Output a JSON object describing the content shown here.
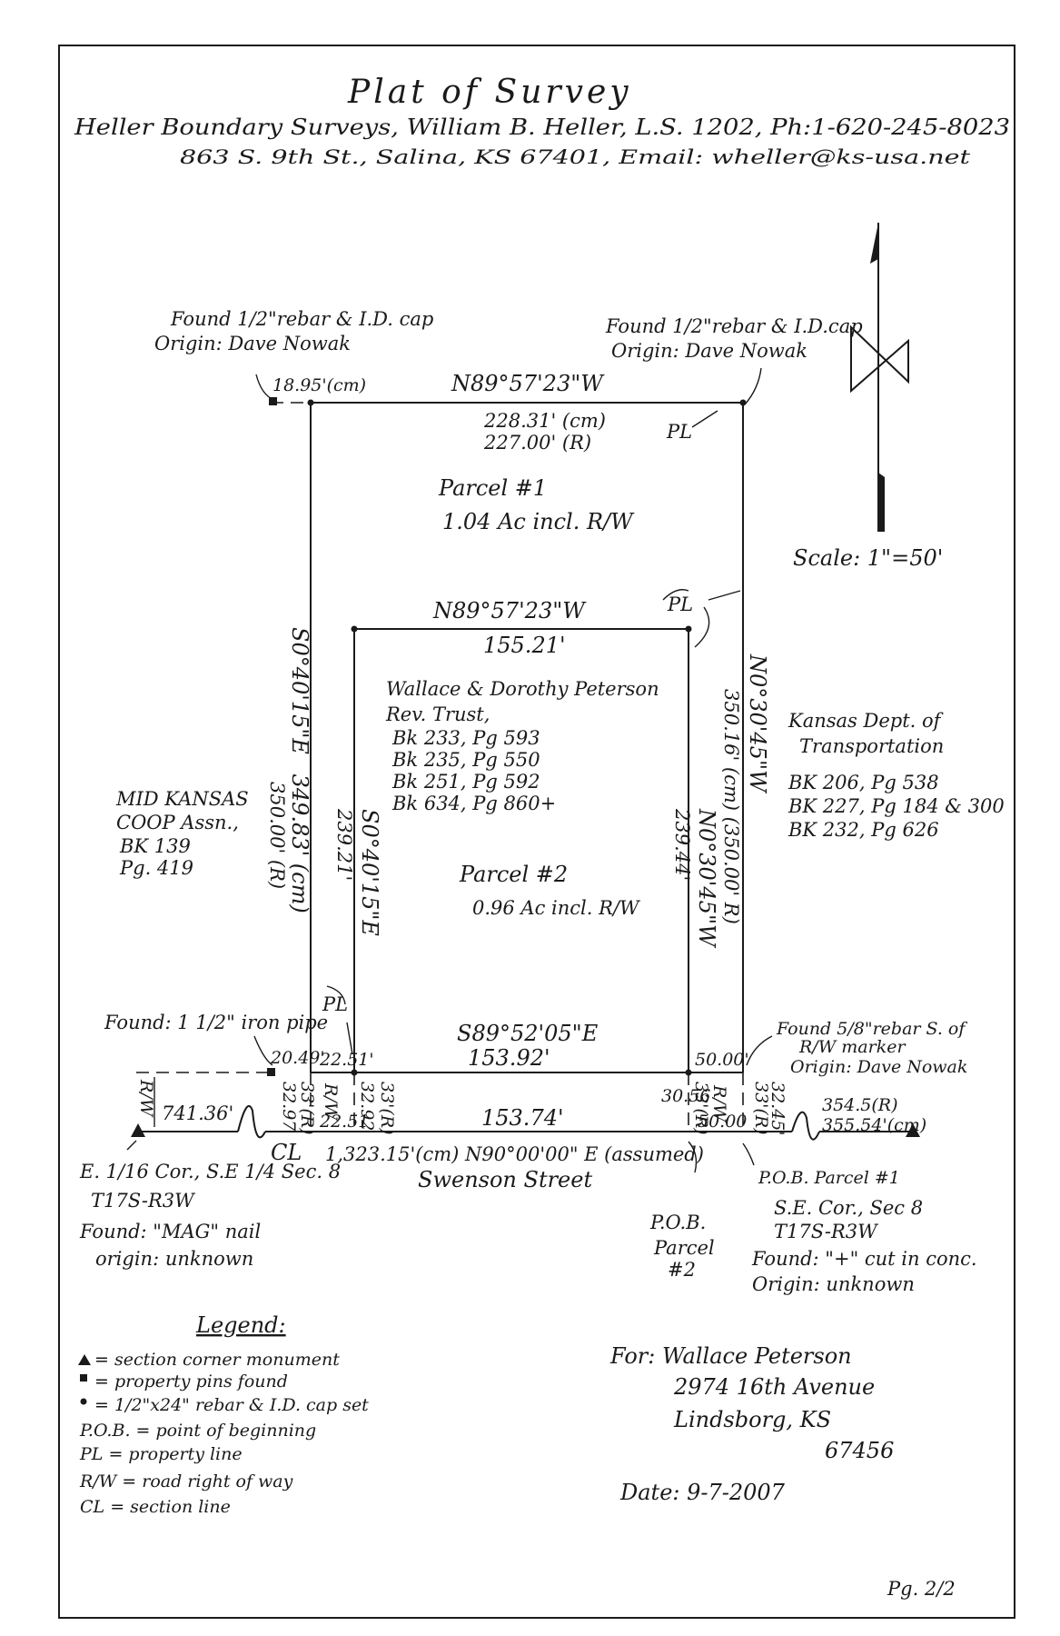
{
  "header": {
    "title": "Plat of Survey",
    "line1": "Heller Boundary Surveys, William B. Heller, L.S. 1202, Ph:1-620-245-8023",
    "line2": "863 S. 9th St., Salina, KS 67401, Email: wheller@ks-usa.net"
  },
  "scale": "Scale: 1\"=50'",
  "corners": {
    "nw": [
      "Found 1/2\"rebar & I.D. cap",
      "Origin: Dave Nowak"
    ],
    "ne": [
      "Found 1/2\"rebar & I.D.cap",
      "Origin: Dave Nowak"
    ],
    "sw": "Found: 1 1/2\" iron pipe",
    "se": [
      "Found 5/8\"rebar S. of",
      "R/W marker",
      "Origin: Dave Nowak"
    ]
  },
  "parcel1": {
    "name": "Parcel #1",
    "area": "1.04 Ac incl. R/W",
    "north_bearing": "N89°57'23\"W",
    "north_dist_cm": "228.31' (cm)",
    "north_dist_r": "227.00' (R)",
    "west_bearing": "S0°40'15\"E",
    "west_dist_cm": "349.83' (cm)",
    "west_dist_r": "350.00' (R)",
    "east_bearing": "N0°30'45\"W",
    "east_dist": "350.16' (cm) (350.00' R)",
    "nw_offset": "18.95'(cm)"
  },
  "parcel2": {
    "name": "Parcel #2",
    "area": "0.96 Ac incl. R/W",
    "north_bearing": "N89°57'23\"W",
    "north_dist": "155.21'",
    "west_bearing": "S0°40'15\"E",
    "west_dist": "239.21'",
    "east_bearing": "N0°30'45\"W",
    "east_dist": "239.44'",
    "south_bearing": "S89°52'05\"E",
    "south_dist": "153.92'",
    "owner": [
      "Wallace & Dorothy Peterson",
      "Rev. Trust,",
      "Bk 233, Pg 593",
      "Bk 235, Pg 550",
      "Bk 251, Pg 592",
      "Bk 634, Pg 860+"
    ]
  },
  "pl": "PL",
  "neighbors": {
    "west": [
      "MID KANSAS",
      "COOP Assn.,",
      "BK 139",
      "Pg. 419"
    ],
    "east": [
      "Kansas Dept. of",
      "Transportation",
      "BK 206, Pg 538",
      "BK 227, Pg 184 & 300",
      "BK 232, Pg 626"
    ]
  },
  "row": {
    "label": "R/W",
    "d_2049": "20.49'",
    "d_2251a": "22.51'",
    "d_3297": "32.97",
    "d_33r1": "33'(R)",
    "d_2251b": "22.51",
    "d_3292": "32.92",
    "d_33r2": "33'(R)",
    "d_3056": "30.56",
    "d_33r3": "33'(R)",
    "d_5000a": "50.00'",
    "d_5000b": "50.00",
    "d_33r4": "33'(R)",
    "d_3245": "32.45'",
    "d_74136": "741.36'",
    "d_15374": "153.74'",
    "d_3545r": "354.5(R)",
    "d_35554": "355.54'(cm)"
  },
  "street": {
    "baseline": "1,323.15'(cm) N90°00'00\" E (assumed)",
    "name": "Swenson Street",
    "cl": "CL"
  },
  "sw_corner": [
    "E. 1/16 Cor., S.E 1/4 Sec. 8",
    "T17S-R3W",
    "Found: \"MAG\" nail",
    "origin: unknown"
  ],
  "pob2": [
    "P.O.B.",
    "Parcel",
    "#2"
  ],
  "pob1": "P.O.B. Parcel #1",
  "se_corner": [
    "S.E. Cor., Sec 8",
    "T17S-R3W",
    "Found: \"+\" cut in conc.",
    "Origin: unknown"
  ],
  "legend": {
    "title": "Legend:",
    "items": [
      "= section corner monument",
      "= property pins found",
      "= 1/2\"x24\" rebar & I.D. cap set",
      "P.O.B. = point of beginning",
      "PL = property line",
      "R/W = road right of way",
      "CL = section line"
    ]
  },
  "client": {
    "for": "For: Wallace Peterson",
    "addr1": "2974 16th Avenue",
    "addr2": "Lindsborg, KS",
    "zip": "67456"
  },
  "date": "Date: 9-7-2007",
  "page": "Pg. 2/2"
}
